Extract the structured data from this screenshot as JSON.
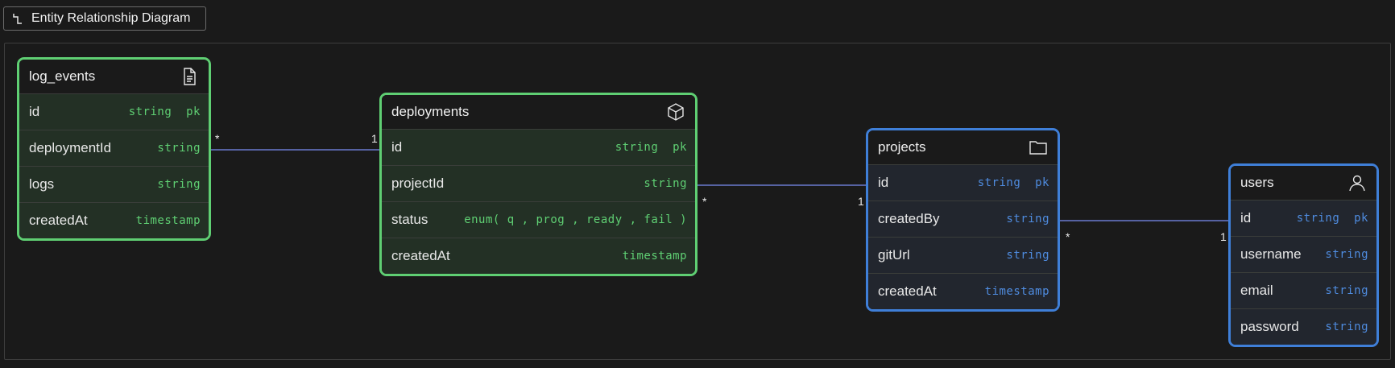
{
  "header": {
    "title": "Entity Relationship Diagram",
    "icon": "diagram-icon"
  },
  "colors": {
    "green": "#5fcf73",
    "blue": "#3f7fd8",
    "edge": "#6a7bd0"
  },
  "tables": {
    "log_events": {
      "name": "log_events",
      "icon": "document-icon",
      "fields": [
        {
          "name": "id",
          "type": "string  pk"
        },
        {
          "name": "deploymentId",
          "type": "string"
        },
        {
          "name": "logs",
          "type": "string"
        },
        {
          "name": "createdAt",
          "type": "timestamp"
        }
      ]
    },
    "deployments": {
      "name": "deployments",
      "icon": "cube-icon",
      "fields": [
        {
          "name": "id",
          "type": "string  pk"
        },
        {
          "name": "projectId",
          "type": "string"
        },
        {
          "name": "status",
          "type": "enum( q , prog , ready , fail )"
        },
        {
          "name": "createdAt",
          "type": "timestamp"
        }
      ]
    },
    "projects": {
      "name": "projects",
      "icon": "folder-icon",
      "fields": [
        {
          "name": "id",
          "type": "string  pk"
        },
        {
          "name": "createdBy",
          "type": "string"
        },
        {
          "name": "gitUrl",
          "type": "string"
        },
        {
          "name": "createdAt",
          "type": "timestamp"
        }
      ]
    },
    "users": {
      "name": "users",
      "icon": "user-icon",
      "fields": [
        {
          "name": "id",
          "type": "string  pk"
        },
        {
          "name": "username",
          "type": "string"
        },
        {
          "name": "email",
          "type": "string"
        },
        {
          "name": "password",
          "type": "string"
        }
      ]
    }
  },
  "relations": [
    {
      "from": "log_events.deploymentId",
      "to": "deployments.id",
      "from_card": "*",
      "to_card": "1"
    },
    {
      "from": "deployments.projectId",
      "to": "projects.id",
      "from_card": "*",
      "to_card": "1"
    },
    {
      "from": "projects.createdBy",
      "to": "users.id",
      "from_card": "*",
      "to_card": "1"
    }
  ]
}
